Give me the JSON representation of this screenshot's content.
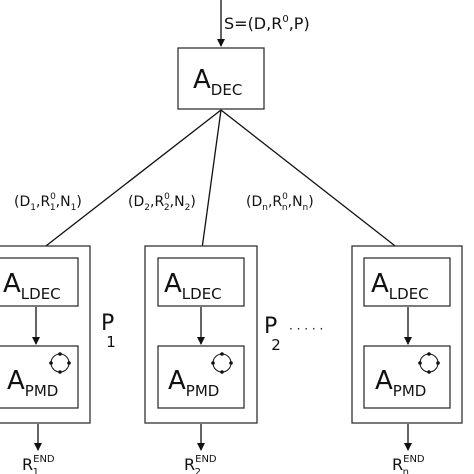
{
  "input_label": {
    "pre": "S=(D,R",
    "sup": "0",
    "post": ",P)"
  },
  "decomposer": {
    "base": "A",
    "sub": "DEC"
  },
  "edge_labels": [
    {
      "d": "D",
      "di": "1",
      "r": "R",
      "rsup": "0",
      "ri": "1",
      "n": "N",
      "ni": "1"
    },
    {
      "d": "D",
      "di": "2",
      "r": "R",
      "rsup": "0",
      "ri": "2",
      "n": "N",
      "ni": "2"
    },
    {
      "d": "D",
      "di": "n",
      "r": "R",
      "rsup": "0",
      "ri": "n",
      "n": "N",
      "ni": "n"
    }
  ],
  "processors": [
    {
      "ldec": {
        "base": "A",
        "sub": "LDEC"
      },
      "pmd": {
        "base": "A",
        "sub": "PMD"
      },
      "result": {
        "base": "R",
        "sup": "END",
        "sub": "1"
      }
    },
    {
      "ldec": {
        "base": "A",
        "sub": "LDEC"
      },
      "pmd": {
        "base": "A",
        "sub": "PMD"
      },
      "result": {
        "base": "R",
        "sup": "END",
        "sub": "2"
      }
    },
    {
      "ldec": {
        "base": "A",
        "sub": "LDEC"
      },
      "pmd": {
        "base": "A",
        "sub": "PMD"
      },
      "result": {
        "base": "R",
        "sup": "END",
        "sub": "n"
      }
    }
  ],
  "processor_labels": [
    {
      "base": "P",
      "sub": "1"
    },
    {
      "base": "P",
      "sub": "2"
    }
  ],
  "ellipsis": "· · · · ·",
  "icons": [
    "cycle-icon"
  ]
}
